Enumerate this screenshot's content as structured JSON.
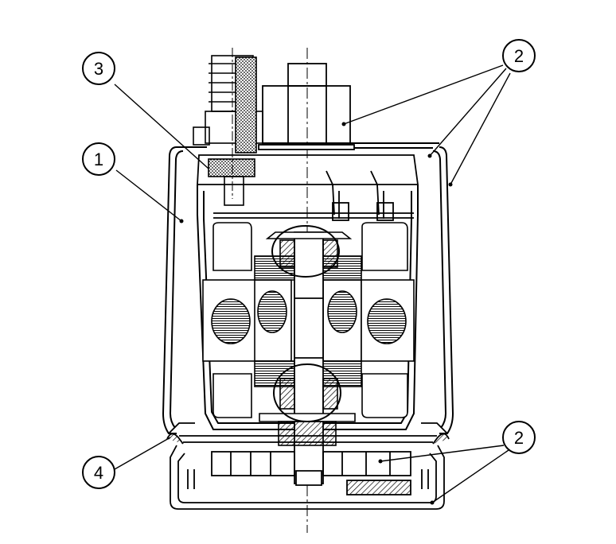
{
  "callouts": [
    {
      "id": "c1",
      "label": "1"
    },
    {
      "id": "c2a",
      "label": "2"
    },
    {
      "id": "c3",
      "label": "3"
    },
    {
      "id": "c4",
      "label": "4"
    },
    {
      "id": "c2b",
      "label": "2"
    }
  ],
  "colors": {
    "line": "#000000",
    "background": "#ffffff",
    "hatch": "#000000"
  }
}
